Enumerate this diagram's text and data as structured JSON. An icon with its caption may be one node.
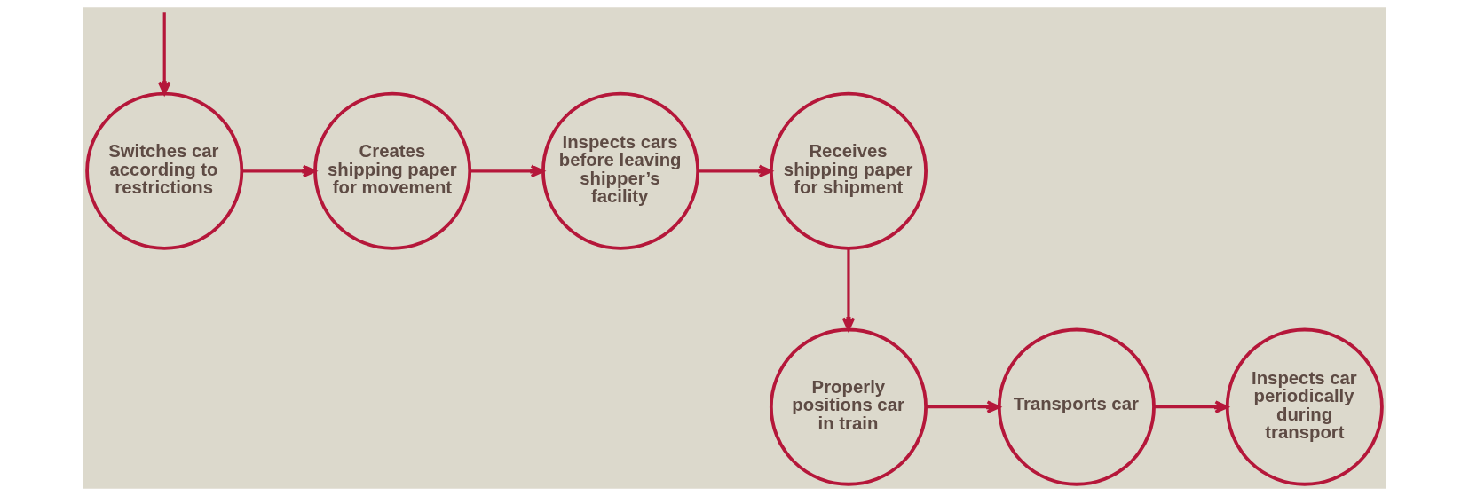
{
  "diagram": {
    "nodes": [
      {
        "text": [
          "Switches car according to restrictions"
        ]
      },
      {
        "text": [
          "Creates shipping paper for movement"
        ]
      },
      {
        "text": [
          "Inspects cars before leaving shipper’s facility"
        ]
      },
      {
        "text": [
          "Receives shipping paper for shipment"
        ]
      },
      {
        "text": [
          "Properly positions car in train"
        ]
      },
      {
        "text": [
          "Transports car"
        ]
      },
      {
        "text": [
          "Inspects car periodically during transport"
        ]
      }
    ],
    "edges": [
      {
        "from": null,
        "to": 0,
        "arrow": "to"
      },
      {
        "from": 0,
        "to": 1,
        "arrow": "to"
      },
      {
        "from": 1,
        "to": 2,
        "arrow": "to"
      },
      {
        "from": 2,
        "to": 3,
        "arrow": "to"
      },
      {
        "from": 3,
        "to": 4,
        "arrow": "to"
      },
      {
        "from": 4,
        "to": 5,
        "arrow": "to"
      },
      {
        "from": 5,
        "to": 6,
        "arrow": "to"
      }
    ]
  }
}
